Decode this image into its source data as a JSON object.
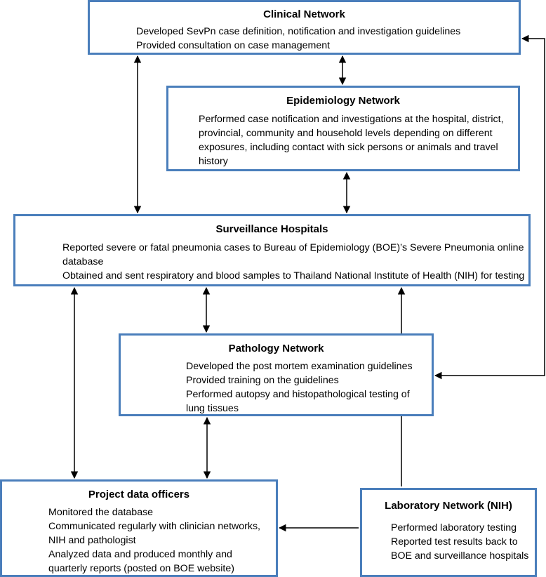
{
  "clinical": {
    "title": "Clinical Network",
    "lines": [
      "Developed SevPn case definition, notification and investigation guidelines",
      "Provided consultation on case management"
    ]
  },
  "epidemiology": {
    "title": "Epidemiology Network",
    "lines": [
      "Performed case notification and investigations at the hospital, district,",
      "provincial, community and household levels depending on different",
      "exposures, including contact with sick persons or animals and travel",
      "history"
    ]
  },
  "surveillance": {
    "title": "Surveillance Hospitals",
    "lines": [
      "Reported severe or fatal pneumonia cases to Bureau of Epidemiology (BOE)’s Severe Pneumonia online",
      "database",
      "Obtained and sent respiratory and blood samples to Thailand National Institute of Health (NIH) for testing"
    ]
  },
  "pathology": {
    "title": "Pathology Network",
    "lines": [
      "Developed the post mortem examination guidelines",
      "Provided training on the guidelines",
      "Performed autopsy and histopathological testing of",
      "lung tissues"
    ]
  },
  "project_data_officers": {
    "title": "Project data officers",
    "lines": [
      "Monitored the database",
      "Communicated regularly with clinician networks,",
      "NIH and pathologist",
      "Analyzed data and produced monthly and",
      "quarterly reports (posted on BOE website)"
    ]
  },
  "laboratory": {
    "title": "Laboratory Network (NIH)",
    "lines": [
      "Performed laboratory testing",
      "Reported test results back to",
      "BOE and surveillance hospitals"
    ]
  },
  "colors": {
    "box_border": "#4a7ebb",
    "arrow": "#000000"
  }
}
